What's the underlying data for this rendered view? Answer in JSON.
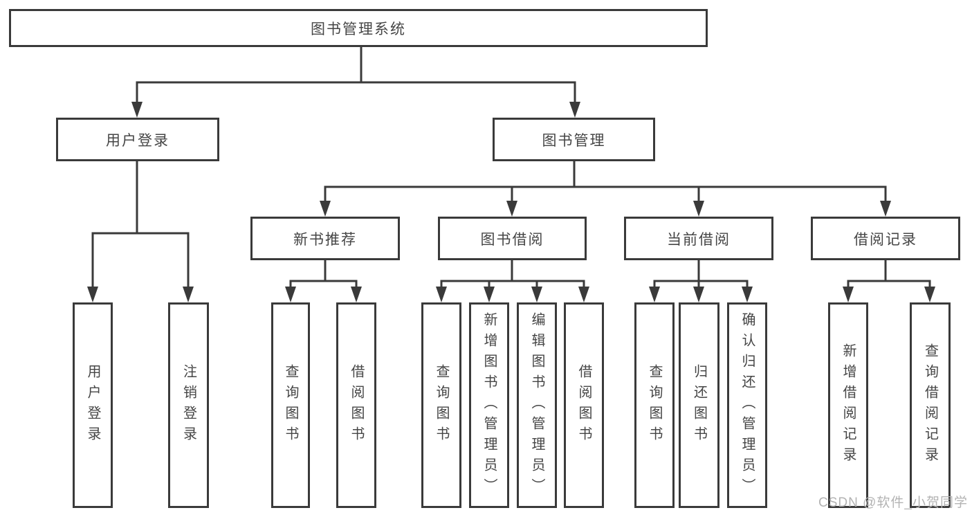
{
  "tree": {
    "root": "图书管理系统",
    "children": [
      {
        "label": "用户登录",
        "children": [
          "用户登录",
          "注销登录"
        ]
      },
      {
        "label": "图书管理",
        "children": [
          {
            "label": "新书推荐",
            "children": [
              "查询图书",
              "借阅图书"
            ]
          },
          {
            "label": "图书借阅",
            "children": [
              "查询图书",
              "新增图书（管理员）",
              "编辑图书（管理员）",
              "借阅图书"
            ]
          },
          {
            "label": "当前借阅",
            "children": [
              "查询图书",
              "归还图书",
              "确认归还（管理员）"
            ]
          },
          {
            "label": "借阅记录",
            "children": [
              "新增借阅记录",
              "查询借阅记录"
            ]
          }
        ]
      }
    ]
  },
  "watermark": "CSDN @软件_小贺同学",
  "colors": {
    "line": "#3a3a3a",
    "text": "#454545",
    "watermark_text": "#b3b3b3",
    "background": "#ffffff"
  }
}
